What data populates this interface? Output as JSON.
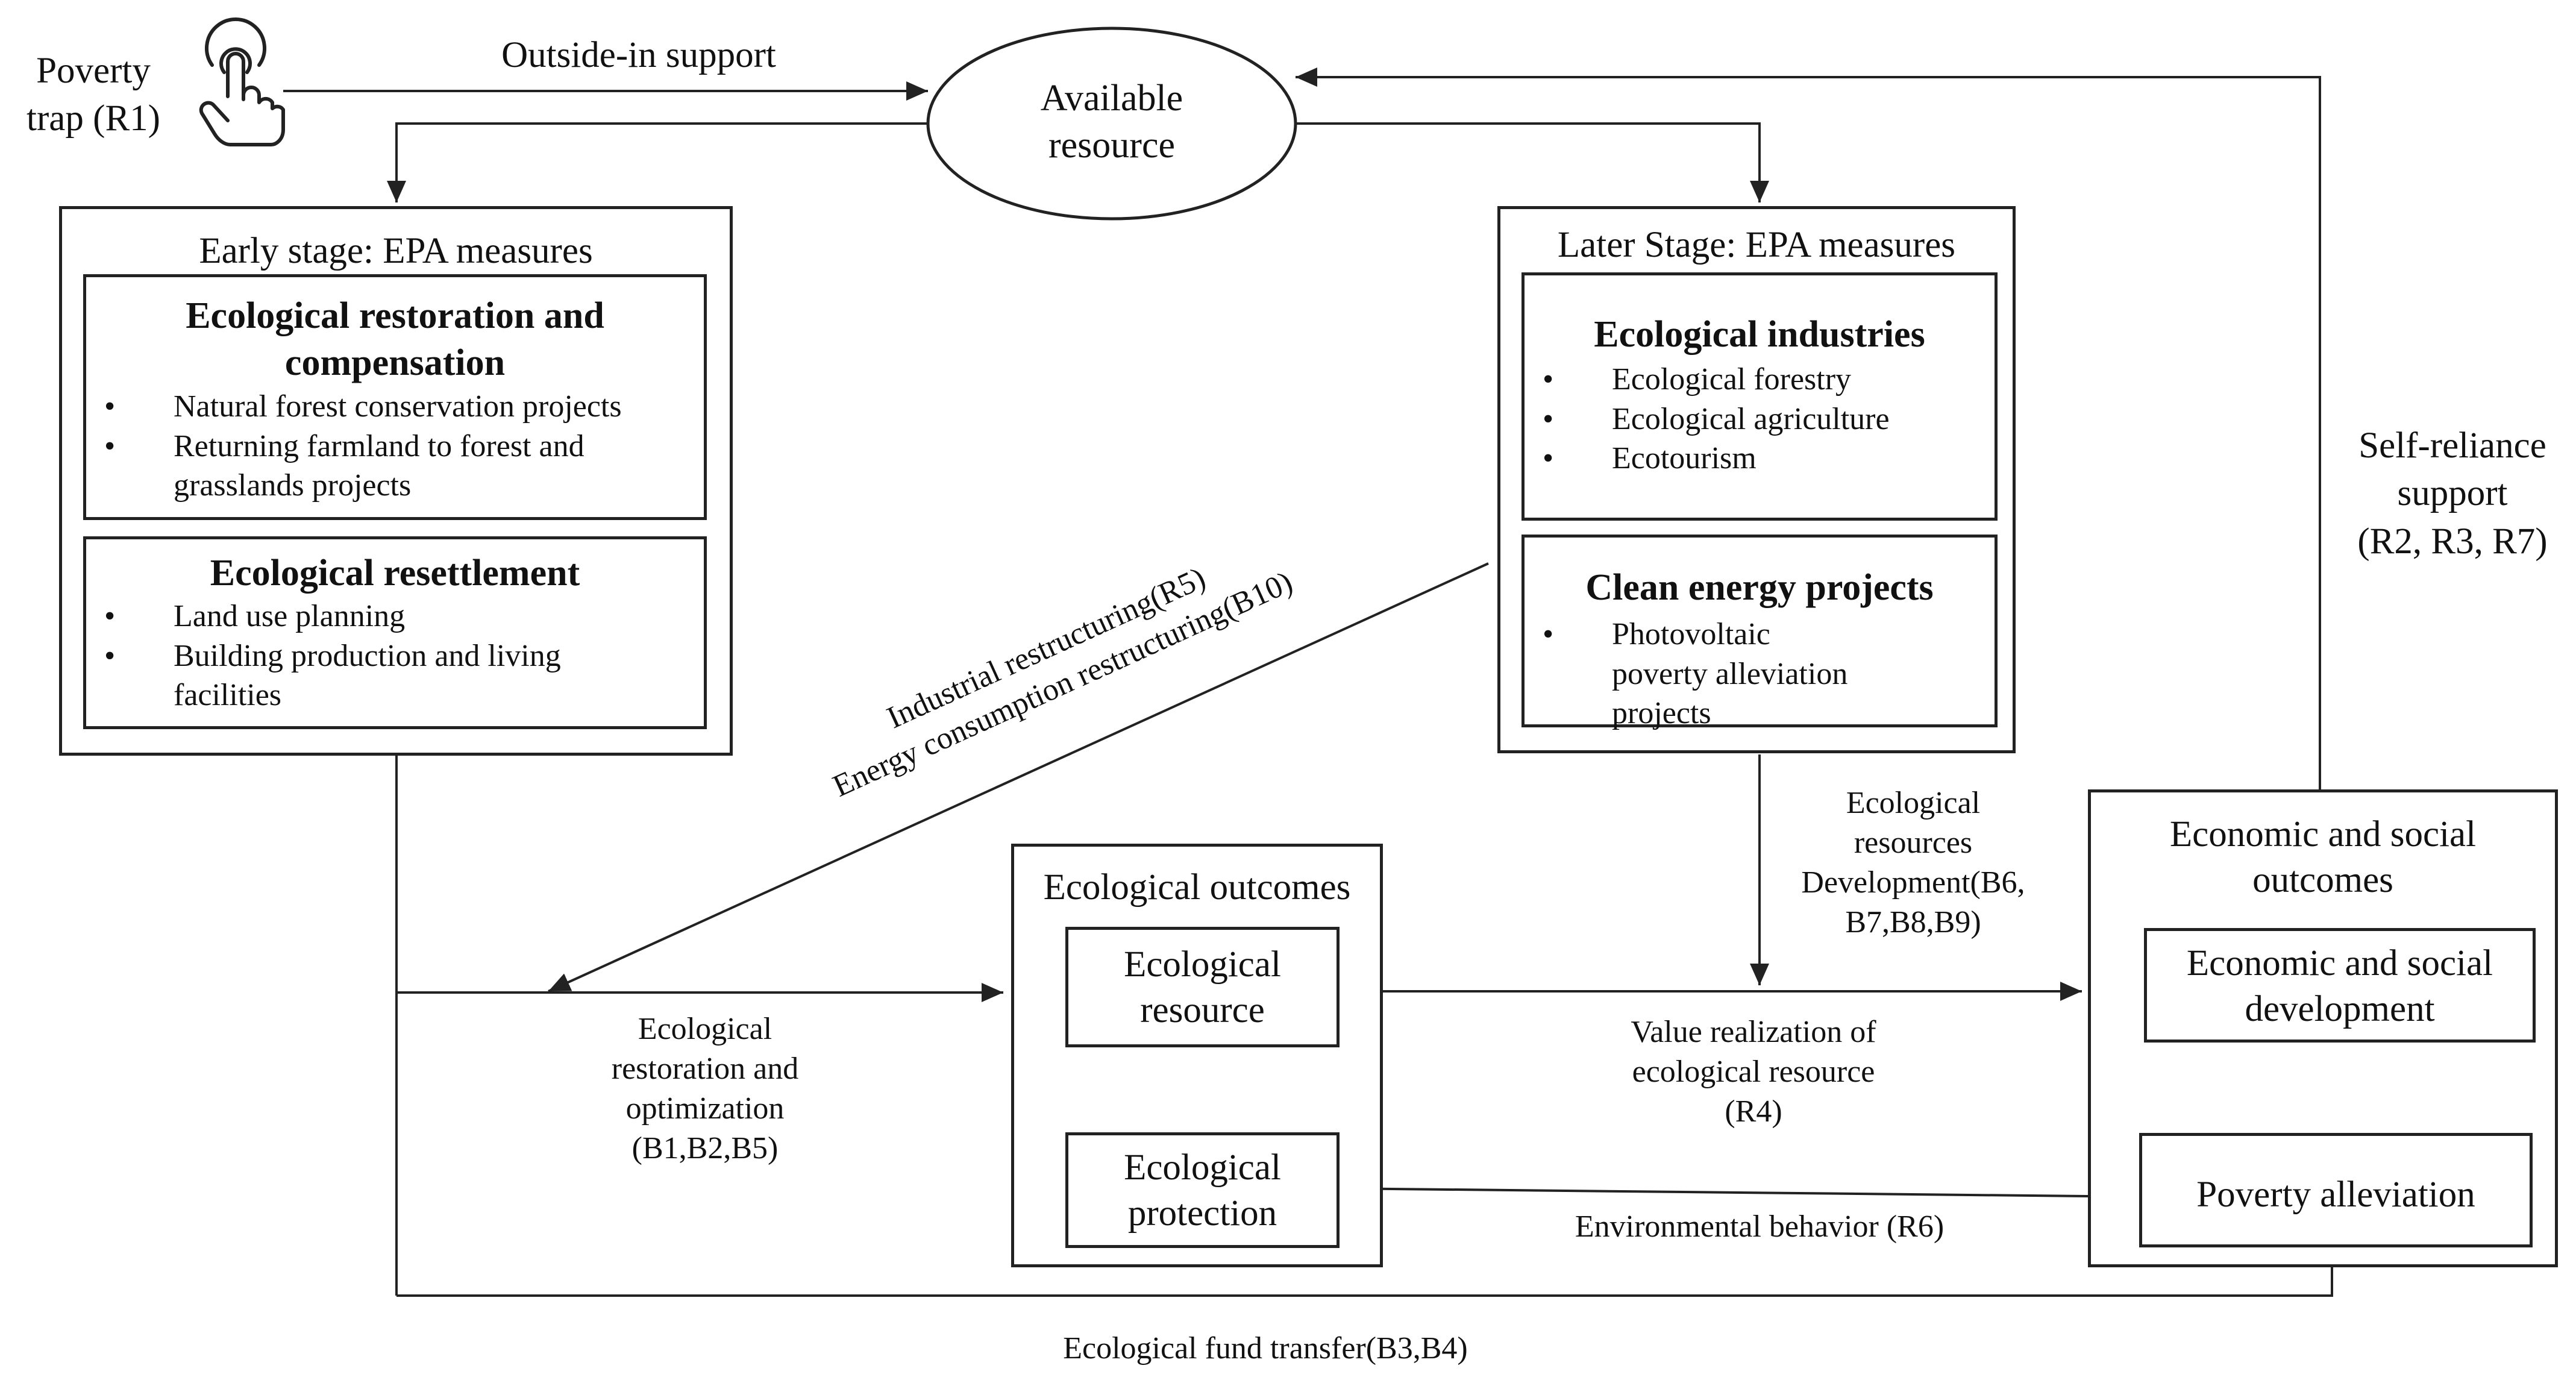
{
  "poverty_trap": {
    "label_line1": "Poverty",
    "label_line2": "trap (R1)",
    "icon": "tap-hand-icon"
  },
  "outside_in_support": "Outside-in support",
  "available_resource": {
    "line1": "Available",
    "line2": "resource"
  },
  "self_reliance": {
    "line1": "Self-reliance",
    "line2": "support",
    "line3": "(R2, R3, R7)"
  },
  "early_stage": {
    "title": "Early stage: EPA measures",
    "restoration": {
      "title_line1": "Ecological restoration and",
      "title_line2": "compensation",
      "items": [
        "Natural forest conservation projects",
        "Returning farmland to forest and grasslands projects"
      ]
    },
    "resettlement": {
      "title": "Ecological resettlement",
      "items": [
        "Land use planning",
        "Building production and living facilities"
      ]
    }
  },
  "later_stage": {
    "title": "Later Stage: EPA measures",
    "industries": {
      "title": "Ecological industries",
      "items": [
        "Ecological forestry",
        "Ecological agriculture",
        "Ecotourism"
      ]
    },
    "clean_energy": {
      "title": "Clean energy projects",
      "items": [
        "Photovoltaic poverty alleviation projects"
      ]
    }
  },
  "restructuring": {
    "line1": "Industrial restructuring(R5)",
    "line2": "Energy consumption restructuring(B10)"
  },
  "eco_dev": {
    "line1": "Ecological",
    "line2": "resources",
    "line3": "Development(B6,",
    "line4": "B7,B8,B9)"
  },
  "ecological_outcomes": {
    "title": "Ecological outcomes",
    "resource": {
      "line1": "Ecological",
      "line2": "resource"
    },
    "protection": {
      "line1": "Ecological",
      "line2": "protection"
    }
  },
  "economic_outcomes": {
    "title_line1": "Economic and social",
    "title_line2": "outcomes",
    "development": {
      "line1": "Economic and social",
      "line2": "development"
    },
    "poverty_alleviation": "Poverty alleviation"
  },
  "restoration_opt": {
    "line1": "Ecological",
    "line2": "restoration and",
    "line3": "optimization",
    "line4": "(B1,B2,B5)"
  },
  "value_realization": {
    "line1": "Value realization of",
    "line2": "ecological resource",
    "line3": "(R4)"
  },
  "environmental_behavior": "Environmental behavior (R6)",
  "fund_transfer": "Ecological fund transfer(B3,B4)"
}
